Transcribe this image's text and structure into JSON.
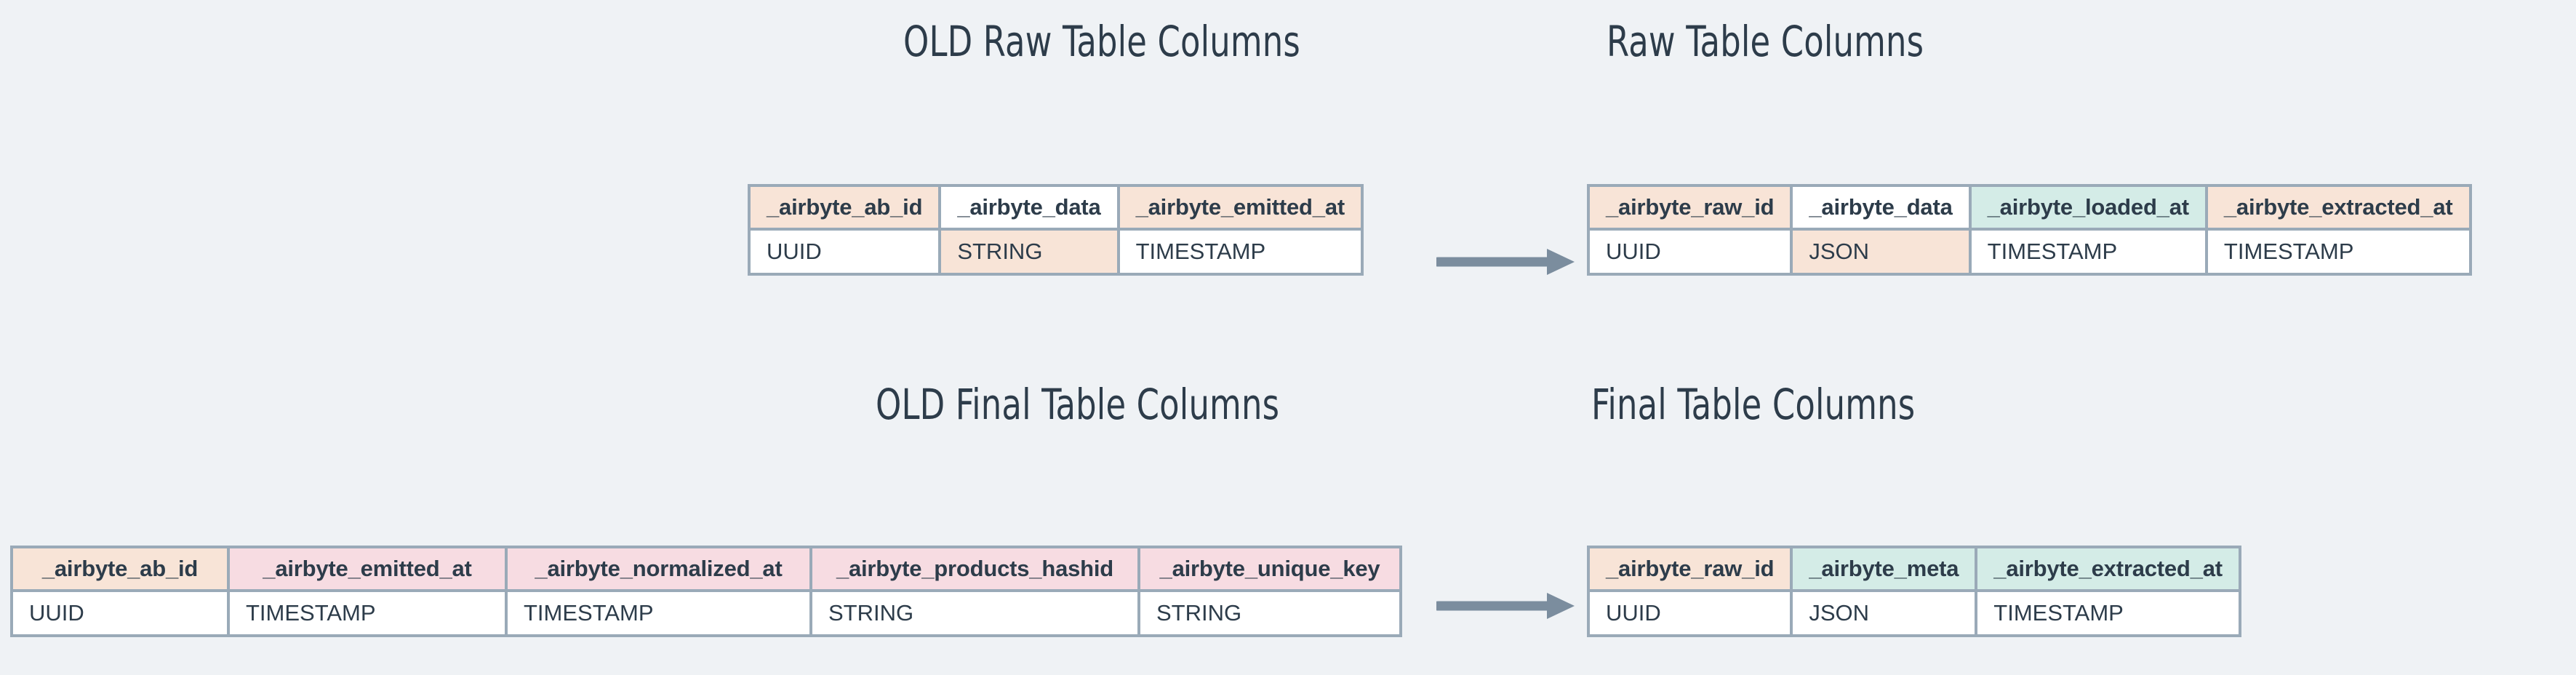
{
  "page": {
    "background_color": "#eff2f5",
    "text_color": "#2d3c4a",
    "border_color": "#9aaab8",
    "arrow_color": "#7b8d9e"
  },
  "palette": {
    "peach": "#f8e4d7",
    "mint": "#d4ece7",
    "pink": "#f7dce2",
    "white": "#ffffff"
  },
  "sections": [
    {
      "id": "raw",
      "old_title": "OLD Raw Table Columns",
      "new_title": "Raw Table Columns",
      "arrow": "right-arrow-icon"
    },
    {
      "id": "final",
      "old_title": "OLD Final Table Columns",
      "new_title": "Final Table Columns",
      "arrow": "right-arrow-icon"
    }
  ],
  "tables": {
    "old_raw": {
      "headers": [
        "_airbyte_ab_id",
        "_airbyte_data",
        "_airbyte_emitted_at"
      ],
      "header_colors": [
        "peach",
        "white",
        "peach"
      ],
      "types": [
        "UUID",
        "STRING",
        "TIMESTAMP"
      ],
      "type_colors": [
        "white",
        "peach",
        "white"
      ]
    },
    "new_raw": {
      "headers": [
        "_airbyte_raw_id",
        "_airbyte_data",
        "_airbyte_loaded_at",
        "_airbyte_extracted_at"
      ],
      "header_colors": [
        "peach",
        "white",
        "mint",
        "peach"
      ],
      "types": [
        "UUID",
        "JSON",
        "TIMESTAMP",
        "TIMESTAMP"
      ],
      "type_colors": [
        "white",
        "peach",
        "white",
        "white"
      ]
    },
    "old_final": {
      "headers": [
        "_airbyte_ab_id",
        "_airbyte_emitted_at",
        "_airbyte_normalized_at",
        "_airbyte_products_hashid",
        "_airbyte_unique_key"
      ],
      "header_colors": [
        "peach",
        "pink",
        "pink",
        "pink",
        "pink"
      ],
      "types": [
        "UUID",
        "TIMESTAMP",
        "TIMESTAMP",
        "STRING",
        "STRING"
      ],
      "type_colors": [
        "white",
        "white",
        "white",
        "white",
        "white"
      ]
    },
    "new_final": {
      "headers": [
        "_airbyte_raw_id",
        "_airbyte_meta",
        "_airbyte_extracted_at"
      ],
      "header_colors": [
        "peach",
        "mint",
        "mint"
      ],
      "types": [
        "UUID",
        "JSON",
        "TIMESTAMP"
      ],
      "type_colors": [
        "white",
        "white",
        "white"
      ]
    }
  }
}
